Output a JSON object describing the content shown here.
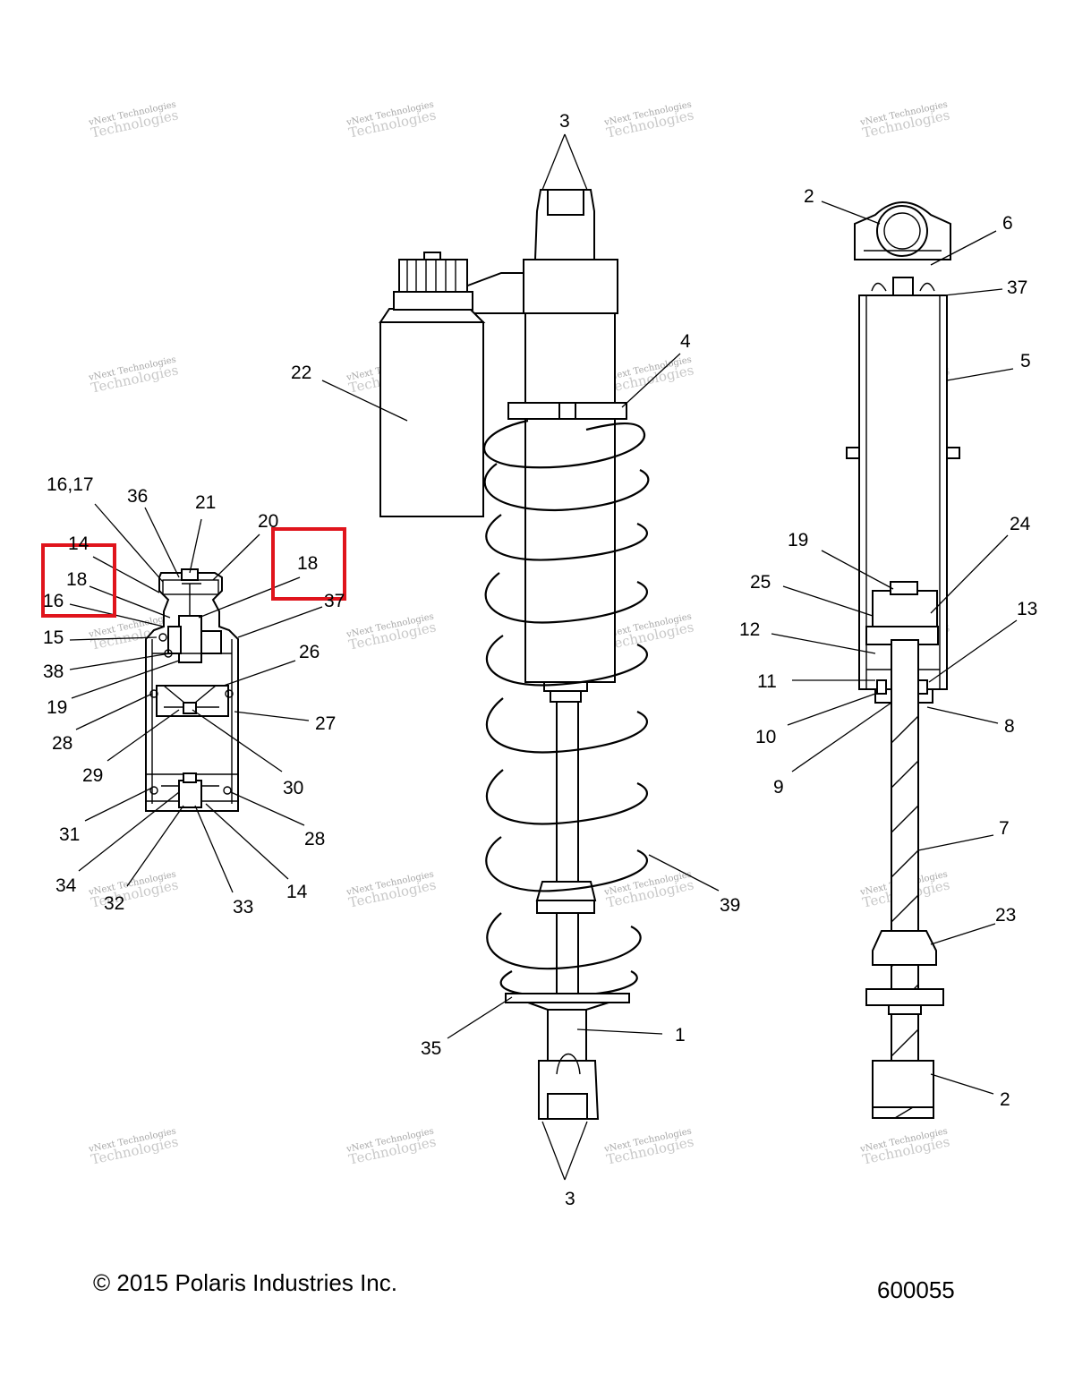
{
  "footer": {
    "copyright": "© 2015 Polaris Industries Inc.",
    "diagram_number": "600055"
  },
  "watermark": {
    "line1": "vNext Technologies",
    "line2": "Technologies"
  },
  "callouts": {
    "c3a": "3",
    "c3b": "3",
    "c2a": "2",
    "c2b": "2",
    "c6": "6",
    "c37a": "37",
    "c37b": "37",
    "c4": "4",
    "c5": "5",
    "c22": "22",
    "c1617": "16,17",
    "c36": "36",
    "c21": "21",
    "c20": "20",
    "c14a": "14",
    "c14b": "14",
    "c18a": "18",
    "c18b": "18",
    "c16": "16",
    "c15": "15",
    "c38": "38",
    "c19a": "19",
    "c19b": "19",
    "c26": "26",
    "c27": "27",
    "c28a": "28",
    "c28b": "28",
    "c29": "29",
    "c30": "30",
    "c31": "31",
    "c34": "34",
    "c32": "32",
    "c33": "33",
    "c24": "24",
    "c25": "25",
    "c12": "12",
    "c13": "13",
    "c11": "11",
    "c10": "10",
    "c8": "8",
    "c9": "9",
    "c7": "7",
    "c23": "23",
    "c39": "39",
    "c35": "35",
    "c1": "1"
  }
}
